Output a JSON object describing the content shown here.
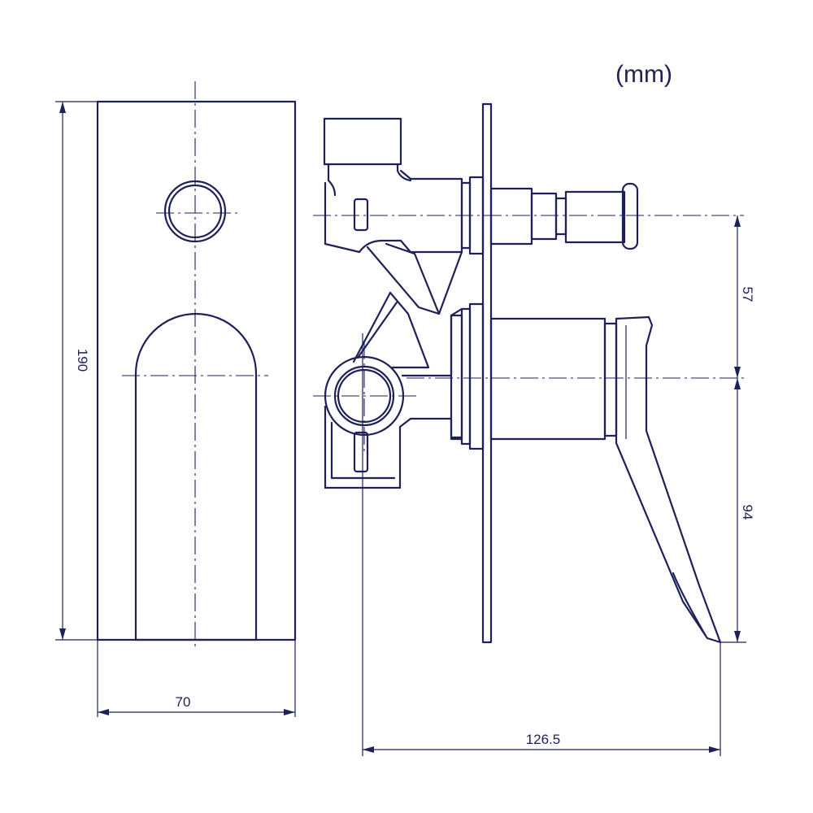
{
  "units_label": "(mm)",
  "dimensions": {
    "front_height": "190",
    "front_width": "70",
    "top_to_axis": "57",
    "axis_to_handle_tip": "94",
    "total_depth": "126.5"
  }
}
